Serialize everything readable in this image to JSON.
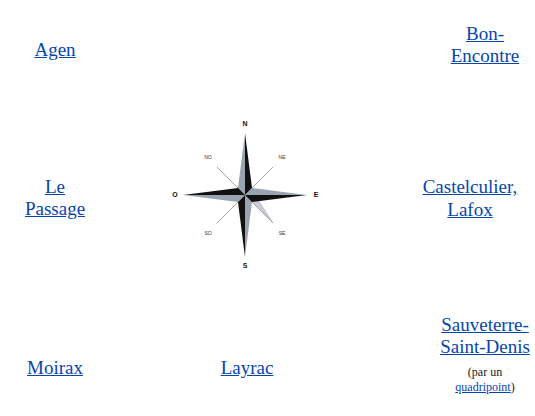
{
  "diagram": {
    "labels": [
      "Agen",
      "Bon-Encontre",
      "N",
      "NO",
      "NE",
      "Le Passage",
      "O",
      "E",
      "Castelculier,",
      "Lafox",
      "SO",
      "SE",
      "S",
      "Moirax",
      "Layrac",
      "Sauveterre-Saint-Denis",
      "(par un",
      "quadripoint",
      ")"
    ]
  }
}
